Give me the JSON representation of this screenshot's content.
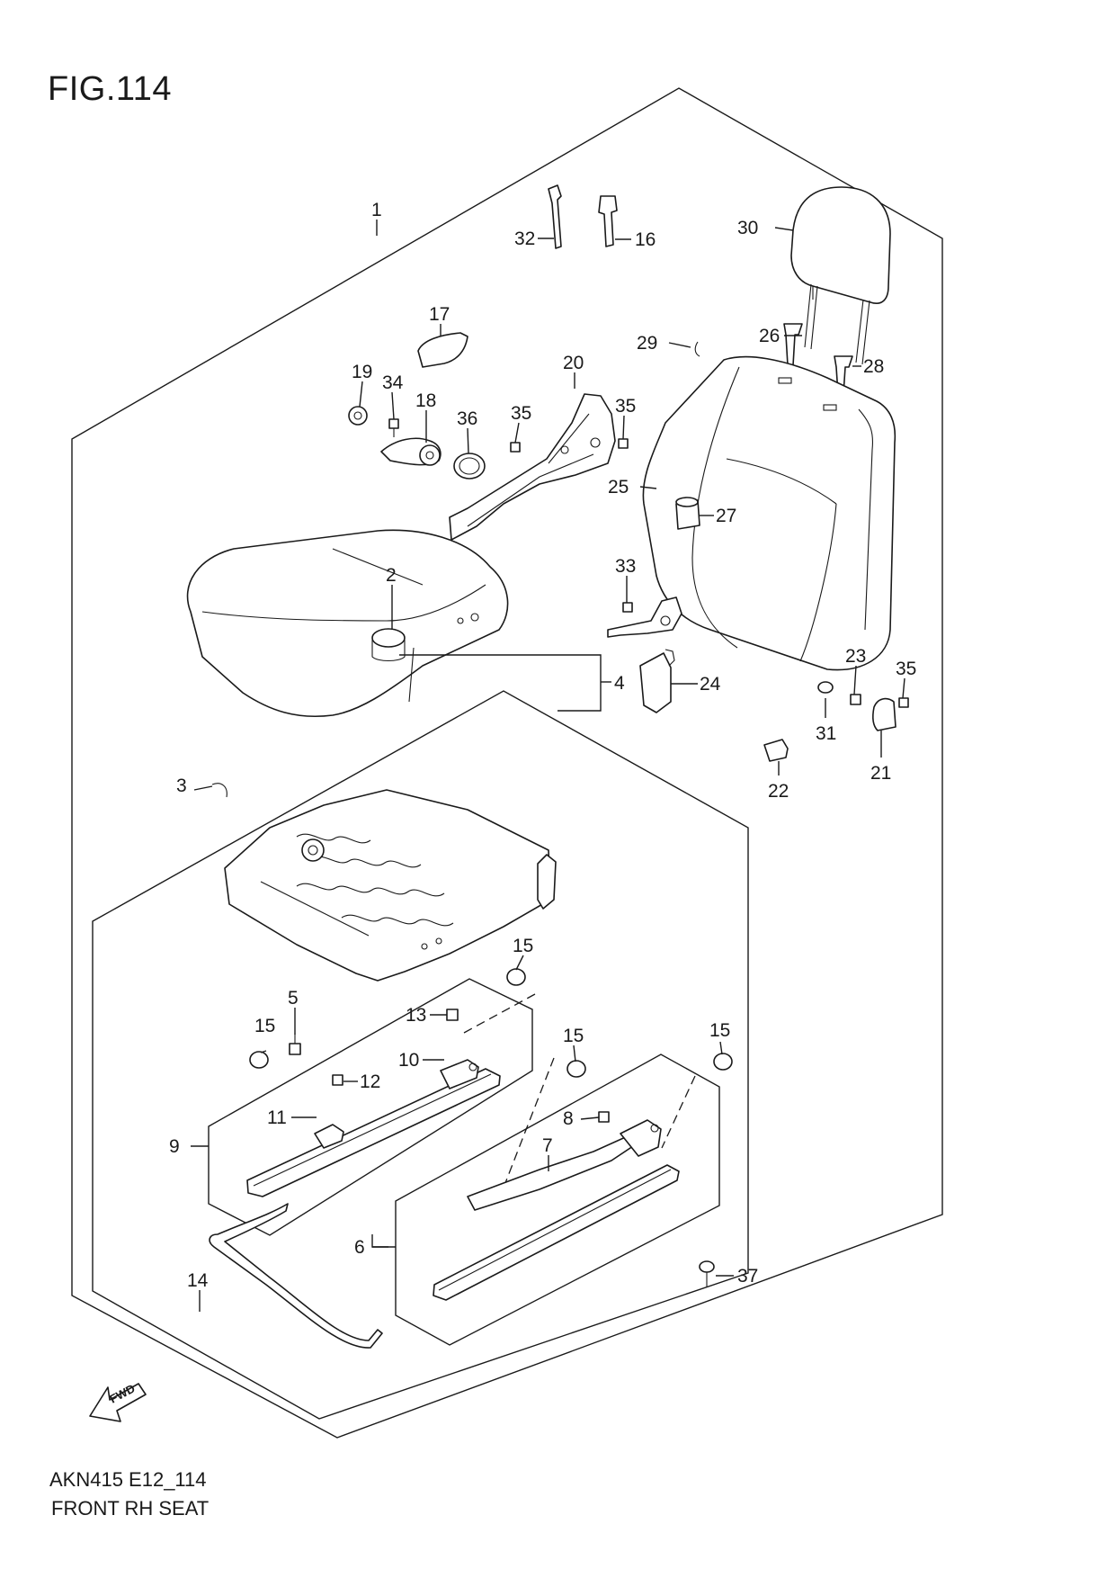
{
  "figure": {
    "title": "FIG.114",
    "code": "AKN415 E12_114",
    "name": "FRONT RH SEAT",
    "direction_label": "FWD"
  },
  "callouts": [
    {
      "id": "c1",
      "label": "1"
    },
    {
      "id": "c2",
      "label": "2"
    },
    {
      "id": "c3",
      "label": "3"
    },
    {
      "id": "c4",
      "label": "4"
    },
    {
      "id": "c5",
      "label": "5"
    },
    {
      "id": "c6",
      "label": "6"
    },
    {
      "id": "c7",
      "label": "7"
    },
    {
      "id": "c8",
      "label": "8"
    },
    {
      "id": "c9",
      "label": "9"
    },
    {
      "id": "c10",
      "label": "10"
    },
    {
      "id": "c11",
      "label": "11"
    },
    {
      "id": "c12",
      "label": "12"
    },
    {
      "id": "c13",
      "label": "13"
    },
    {
      "id": "c14",
      "label": "14"
    },
    {
      "id": "c15a",
      "label": "15"
    },
    {
      "id": "c15b",
      "label": "15"
    },
    {
      "id": "c15c",
      "label": "15"
    },
    {
      "id": "c15d",
      "label": "15"
    },
    {
      "id": "c16",
      "label": "16"
    },
    {
      "id": "c17",
      "label": "17"
    },
    {
      "id": "c18",
      "label": "18"
    },
    {
      "id": "c19",
      "label": "19"
    },
    {
      "id": "c20",
      "label": "20"
    },
    {
      "id": "c21",
      "label": "21"
    },
    {
      "id": "c22",
      "label": "22"
    },
    {
      "id": "c23",
      "label": "23"
    },
    {
      "id": "c24",
      "label": "24"
    },
    {
      "id": "c25",
      "label": "25"
    },
    {
      "id": "c26",
      "label": "26"
    },
    {
      "id": "c27",
      "label": "27"
    },
    {
      "id": "c28",
      "label": "28"
    },
    {
      "id": "c29",
      "label": "29"
    },
    {
      "id": "c30",
      "label": "30"
    },
    {
      "id": "c31",
      "label": "31"
    },
    {
      "id": "c32",
      "label": "32"
    },
    {
      "id": "c33",
      "label": "33"
    },
    {
      "id": "c34",
      "label": "34"
    },
    {
      "id": "c35a",
      "label": "35"
    },
    {
      "id": "c35b",
      "label": "35"
    },
    {
      "id": "c35c",
      "label": "35"
    },
    {
      "id": "c36",
      "label": "36"
    },
    {
      "id": "c37",
      "label": "37"
    }
  ]
}
